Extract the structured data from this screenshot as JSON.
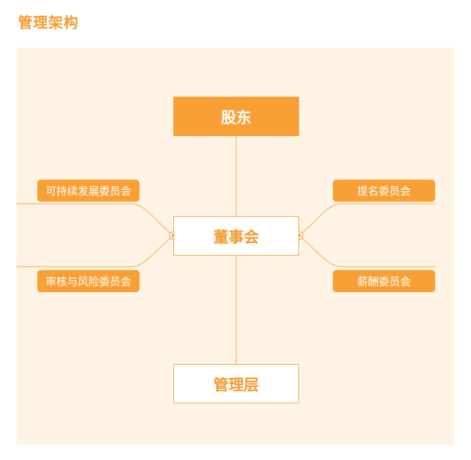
{
  "page": {
    "title": "管理架构"
  },
  "colors": {
    "accent": "#f8a035",
    "title": "#f39b2f",
    "panel_bg": "#fef3e4",
    "line": "#f3a54a"
  },
  "diagram": {
    "top_node": "股东",
    "center_node": "董事会",
    "bottom_node": "管理层",
    "left_committees": [
      "可持续发展委员会",
      "审核与风险委员会"
    ],
    "right_committees": [
      "提名委员会",
      "薪酬委员会"
    ]
  }
}
